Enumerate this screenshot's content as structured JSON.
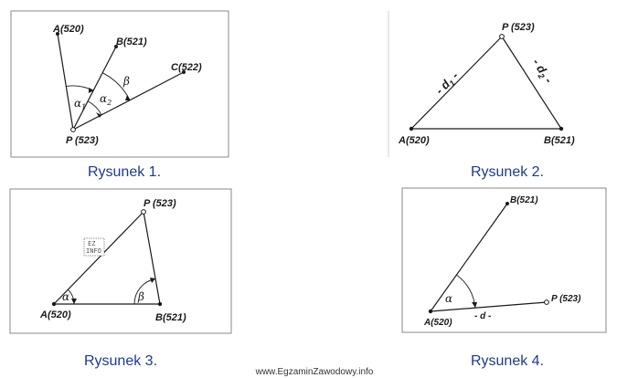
{
  "figures": [
    {
      "caption": "Rysunek 1.",
      "points": {
        "A": "A(520)",
        "B": "B(521)",
        "C": "C(522)",
        "P": "P (523)"
      },
      "angles": {
        "alpha1": "α",
        "alpha1_sub": "1",
        "alpha2": "α",
        "alpha2_sub": "2",
        "beta": "β"
      }
    },
    {
      "caption": "Rysunek 2.",
      "points": {
        "P": "P (523)",
        "A": "A(520)",
        "B": "B(521)"
      },
      "distances": {
        "d1": "- d",
        "d1_sub": "1",
        "d1_tail": " -",
        "d2": "- d",
        "d2_sub": "2",
        "d2_tail": " -"
      }
    },
    {
      "caption": "Rysunek 3.",
      "points": {
        "P": "P (523)",
        "A": "A(520)",
        "B": "B(521)"
      },
      "angles": {
        "alpha": "α",
        "beta": "β"
      }
    },
    {
      "caption": "Rysunek 4.",
      "points": {
        "B": "B(521)",
        "P": "P (523)",
        "A": "A(520)"
      },
      "angles": {
        "alpha": "α"
      },
      "distances": {
        "d": "- d -"
      }
    }
  ],
  "watermark": {
    "line1": "EZ",
    "line2": "INFO"
  },
  "footer": "www.EgzaminZawodowy.info"
}
